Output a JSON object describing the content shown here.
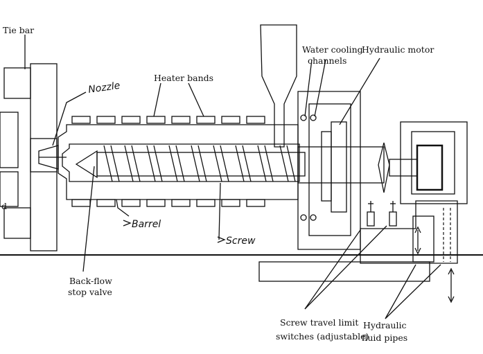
{
  "labels": {
    "tie_bar": "Tie bar",
    "heater_bands": "Heater bands",
    "nozzle": "Nozzle",
    "water_cooling_1": "Water cooling",
    "water_cooling_2": "channels",
    "hydraulic_motor": "Hydraulic motor",
    "barrel": "Barrel",
    "screw": "Screw",
    "mold_fragment": "d",
    "backflow_1": "Back-flow",
    "backflow_2": "stop valve",
    "limit_1": "Screw travel limit",
    "limit_2": "switches (adjustable)",
    "pipes_1": "Hydraulic",
    "pipes_2": "fluid pipes"
  }
}
